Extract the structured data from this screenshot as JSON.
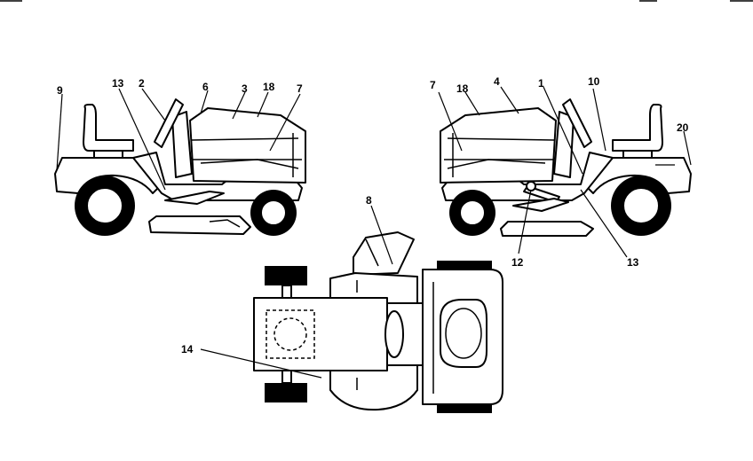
{
  "callouts": {
    "left": [
      "9",
      "13",
      "2",
      "6",
      "3",
      "18",
      "7"
    ],
    "right": [
      "7",
      "18",
      "4",
      "1",
      "10",
      "20",
      "12",
      "13"
    ],
    "top": [
      "8",
      "14"
    ]
  }
}
